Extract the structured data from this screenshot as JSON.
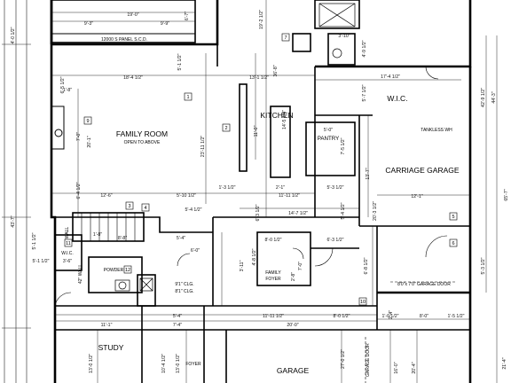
{
  "rooms": {
    "family_room": "FAMILY ROOM",
    "family_room_note": "OPEN TO ABOVE",
    "kitchen": "KITCHEN",
    "wic": "W.I.C.",
    "carriage_garage": "CARRIAGE GARAGE",
    "pantry": "PANTRY",
    "tankless": "TANKLESS WH",
    "study": "STUDY",
    "garage": "GARAGE",
    "family_foyer_1": "FAMILY",
    "family_foyer_2": "FOYER",
    "powder": "POWDER",
    "wic_small": "W.I.C.",
    "foyer": "FOYER",
    "garage_door_v": "GARAGE DOOR"
  },
  "notes": {
    "sliding_door": "12000 S PANEL S.C.D.",
    "clg_1": "9'1\" CLG.",
    "clg_2": "8'1\" CLG.",
    "garage_door": "8'0\"x 7'0\" GARAGE DOOR",
    "wall_42": "42\" WALL",
    "wall_42b": "42\" WALL"
  },
  "tags": [
    "1",
    "3",
    "2",
    "7",
    "9",
    "4",
    "5",
    "6",
    "10",
    "11",
    "12"
  ],
  "dims": {
    "d_19_0": "19'-0\"",
    "d_9_3": "9'-3\"",
    "d_9_9": "9'-9\"",
    "d_6_7": "6'-7\"",
    "d_19_2": "19'-2 1/2\"",
    "d_4_0": "4'-0 1/2\"",
    "d_3_10": "3'-10\"",
    "d_4_9": "4'-9 1/2\"",
    "d_5_1_a": "5'-1 1/2\"",
    "d_5_1_b": "5'-1 1/2\"",
    "d_6_5": "6'-5 1/2\"",
    "d_1_8": "1'-8\"",
    "d_18_4": "18'-4 1/2\"",
    "d_13_1": "13'-1 1/2\"",
    "d_36_8": "36'-8\"",
    "d_5_7": "5'-7 1/2\"",
    "d_17_4": "17'-4 1/2\"",
    "d_42_9": "42'-9 1/2\"",
    "d_44_3": "44'-3\"",
    "d_7_0": "7'-0\"",
    "d_20_1": "20'-1\"",
    "d_11_0": "11'-0\"",
    "d_14_5": "14'-5 1/4\"",
    "d_23_11": "23'-11 1/2\"",
    "d_5_0": "5'-0\"",
    "d_7_5": "7'-5 1/2\"",
    "d_13_7": "13'-7\"",
    "d_65_7": "65'-7\"",
    "d_6_4": "6'-4 1/2\"",
    "d_12_6": "12'-6\"",
    "d_5_10": "5'-10 1/2\"",
    "d_1_3": "1'-3 1/2\"",
    "d_2_1": "2'-1\"",
    "d_11_11": "11'-11 1/2\"",
    "d_5_3": "5'-3 1/2\"",
    "d_12_1": "12'-1\"",
    "d_20_3": "20'-3 1/2\"",
    "d_6_3": "6'-3 1/2\"",
    "d_14_7": "14'-7 1/2\"",
    "d_5_4": "5'-4 1/2\"",
    "d_8_8": "8'-8\"",
    "d_5_4b": "5'-4\"",
    "d_43_7": "43'-7\"",
    "d_3_6": "3'-6\"",
    "d_5_1_c": "5'-1 1/2\"",
    "d_8_0": "8'-0 1/2\"",
    "d_6_3b": "6'-3 1/2\"",
    "d_3_11": "3'-11\"",
    "d_6_8": "6'-8 1/2\"",
    "d_6_0": "6'-0\"",
    "d_2_8": "2'-8\"",
    "d_7_0b": "7'-0\"",
    "d_4_8": "4'-8 1/2\"",
    "d_6_8b": "6'-8 1/2\"",
    "d_5_3b": "5'-3 1/2\"",
    "d_21_4": "21'-4\"",
    "d_2_4": "2'-4\"",
    "d_5_4c": "5'-4\"",
    "d_11_11b": "11'-11 1/2\"",
    "d_8_0b": "8'-0 1/2\"",
    "d_1_0": "1'-0 1/2\"",
    "d_8_0c": "8'-0\"",
    "d_1_5": "1'-5 1/2\"",
    "d_11_1": "11'-1\"",
    "d_7_4": "7'-4\"",
    "d_20_0": "20'-0\"",
    "d_13_0": "13'-0 1/2\"",
    "d_10_4": "10'-4 1/2\"",
    "d_13_0b": "13'-0 1/2\"",
    "d_27_0": "27'-0 1/2\"",
    "d_16_0": "16'-0\"",
    "d_20_4": "20'-4\"",
    "d_21_4b": "21'-4\""
  }
}
